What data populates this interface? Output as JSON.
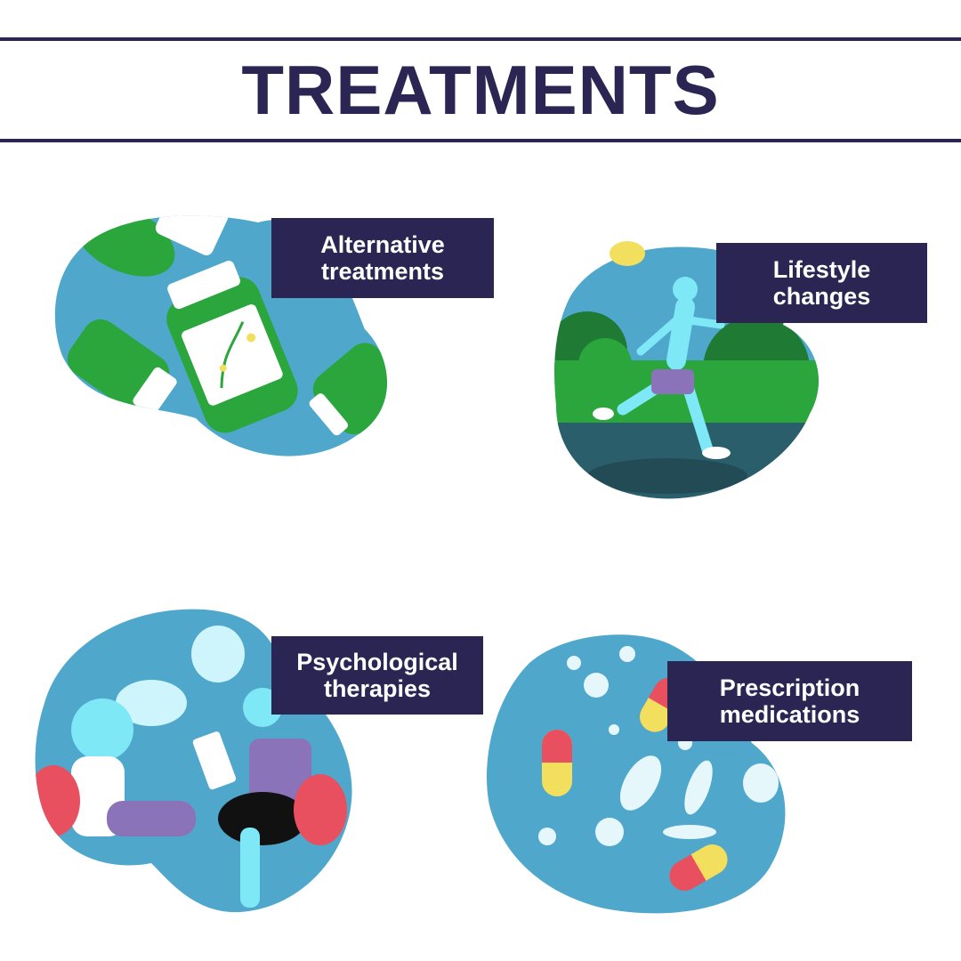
{
  "header": {
    "title": "TREATMENTS"
  },
  "colors": {
    "navy": "#2a2552",
    "blob_blue": "#4fa8cc",
    "green": "#2aa63c",
    "dark_green": "#1f7a34",
    "cyan": "#7ee8f7",
    "red": "#e8505f",
    "yellow": "#f3df5e",
    "purple": "#8a73b8"
  },
  "cards": [
    {
      "id": "alternative",
      "line1": "Alternative",
      "line2": "treatments",
      "icon": "supplement-bottles-illustration"
    },
    {
      "id": "lifestyle",
      "line1": "Lifestyle",
      "line2": "changes",
      "icon": "runner-illustration"
    },
    {
      "id": "psychological",
      "line1": "Psychological",
      "line2": "therapies",
      "icon": "therapy-session-illustration"
    },
    {
      "id": "prescription",
      "line1": "Prescription",
      "line2": "medications",
      "icon": "pills-illustration"
    }
  ]
}
